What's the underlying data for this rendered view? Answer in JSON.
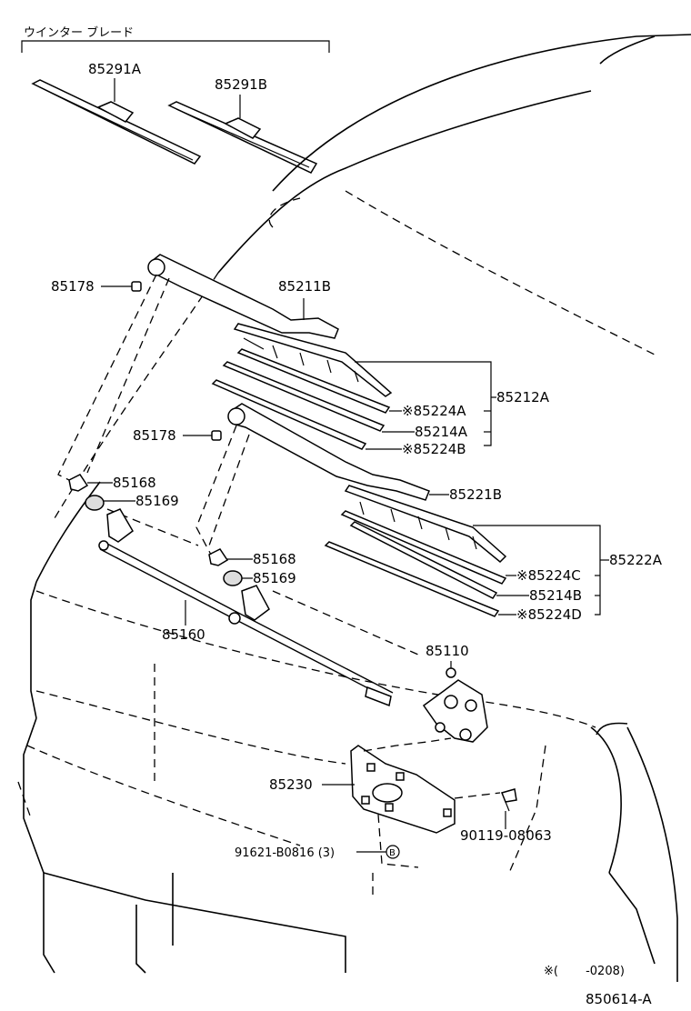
{
  "header": {
    "title": "ウインター ブレード"
  },
  "parts": {
    "p85291A": "85291A",
    "p85291B": "85291B",
    "p85178a": "85178",
    "p85211B": "85211B",
    "p85224A": "※85224A",
    "p85212A": "85212A",
    "p85214A": "85214A",
    "p85178b": "85178",
    "p85224B": "※85224B",
    "p85168a": "85168",
    "p85169a": "85169",
    "p85221B": "85221B",
    "p85168b": "85168",
    "p85222A": "85222A",
    "p85169b": "85169",
    "p85224C": "※85224C",
    "p85214B": "85214B",
    "p85224D": "※85224D",
    "p85160": "85160",
    "p85110": "85110",
    "p85230": "85230",
    "p90119": "90119-08063",
    "p91621": "91621-B0816 (3)",
    "bolt_marker": "B"
  },
  "footer": {
    "note": "※(　　 -0208)",
    "figure_code": "850614-A"
  }
}
